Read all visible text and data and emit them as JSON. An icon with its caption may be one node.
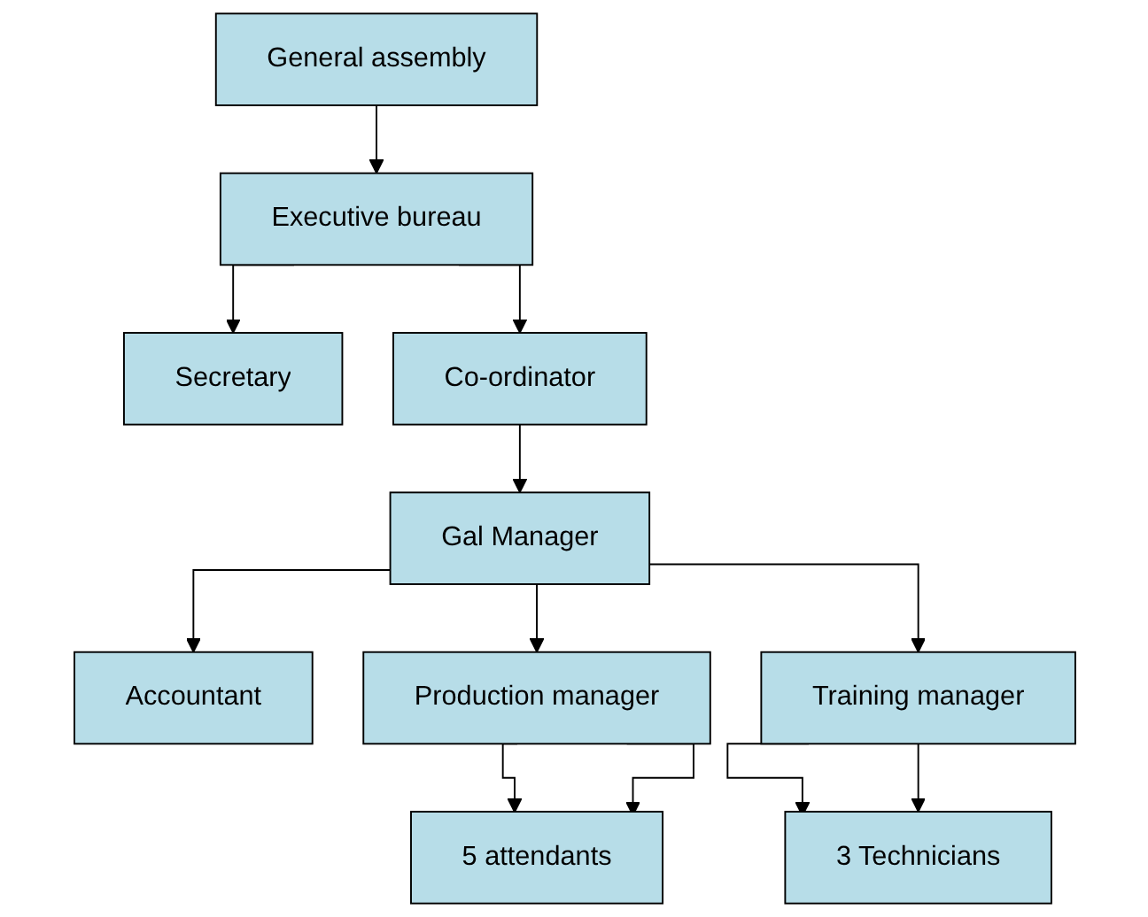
{
  "diagram": {
    "nodes": [
      {
        "text": [
          "General assembly"
        ]
      },
      {
        "text": [
          "Executive bureau"
        ]
      },
      {
        "text": [
          "Secretary"
        ]
      },
      {
        "text": [
          "Co-ordinator"
        ]
      },
      {
        "text": [
          "Gal Manager"
        ]
      },
      {
        "text": [
          "Accountant"
        ]
      },
      {
        "text": [
          "Production manager"
        ]
      },
      {
        "text": [
          "Training manager"
        ]
      },
      {
        "text": [
          "5 attendants"
        ]
      },
      {
        "text": [
          "3 Technicians"
        ]
      }
    ],
    "edges": [
      {
        "from": 0,
        "to": 1,
        "arrow": "to"
      },
      {
        "from": 1,
        "to": 2,
        "arrow": "to"
      },
      {
        "from": 1,
        "to": 3,
        "arrow": "to"
      },
      {
        "from": 3,
        "to": 4,
        "arrow": "to"
      },
      {
        "from": 4,
        "to": 5,
        "arrow": "to"
      },
      {
        "from": 4,
        "to": 6,
        "arrow": "to"
      },
      {
        "from": 4,
        "to": 7,
        "arrow": "to"
      },
      {
        "from": 6,
        "to": 8,
        "arrow": "to"
      },
      {
        "from": 6,
        "to": 8,
        "arrow": "to"
      },
      {
        "from": 7,
        "to": 9,
        "arrow": "to"
      },
      {
        "from": 7,
        "to": 9,
        "arrow": "to"
      }
    ]
  }
}
